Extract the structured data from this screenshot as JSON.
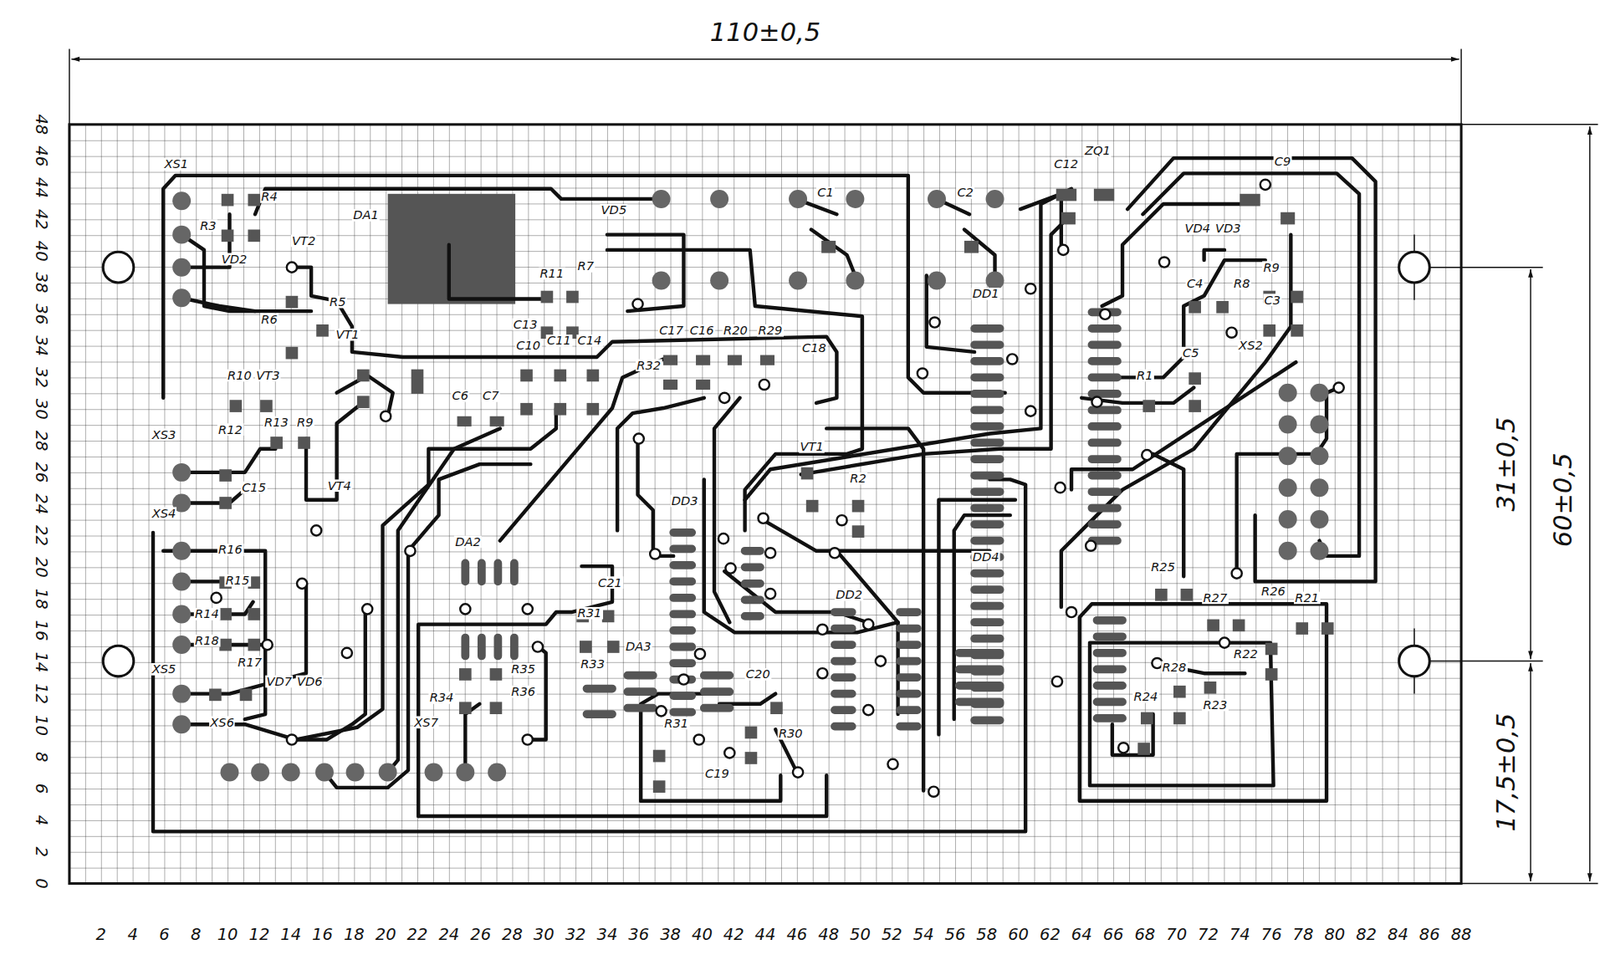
{
  "diagram": {
    "labels": [
      "110±0,5",
      "31±0,5",
      "60±0,5",
      "17,5±0,5",
      "2",
      "4",
      "6",
      "8",
      "10",
      "12",
      "14",
      "16",
      "18",
      "20",
      "22",
      "24",
      "26",
      "28",
      "30",
      "32",
      "34",
      "36",
      "38",
      "40",
      "42",
      "44",
      "46",
      "48",
      "50",
      "52",
      "54",
      "56",
      "58",
      "60",
      "62",
      "64",
      "66",
      "68",
      "70",
      "72",
      "74",
      "76",
      "78",
      "80",
      "82",
      "84",
      "86",
      "88",
      "0",
      "2",
      "4",
      "6",
      "8",
      "10",
      "12",
      "14",
      "16",
      "18",
      "20",
      "22",
      "24",
      "26",
      "28",
      "30",
      "32",
      "34",
      "36",
      "38",
      "40",
      "42",
      "44",
      "46",
      "48",
      "XS1",
      "R3",
      "R4",
      "VD2",
      "VT2",
      "DA1",
      "VD5",
      "C1",
      "C2",
      "C12",
      "ZQ1",
      "C9",
      "R11",
      "R7",
      "R6",
      "R5",
      "VT1",
      "C13",
      "C10",
      "C11",
      "C14",
      "C17",
      "C16",
      "R20",
      "R29",
      "C18",
      "R32",
      "R10",
      "VT3",
      "R13",
      "R9",
      "R12",
      "XS3",
      "C15",
      "VT4",
      "C6",
      "C7",
      "VT1",
      "R2",
      "DD1",
      "VD4",
      "VD3",
      "R9",
      "R8",
      "C4",
      "C3",
      "XS2",
      "C5",
      "R1",
      "DD3",
      "DA2",
      "C21",
      "R31",
      "DA3",
      "R33",
      "R35",
      "R36",
      "R34",
      "XS4",
      "R16",
      "R15",
      "R14",
      "R18",
      "R17",
      "XS5",
      "VD7",
      "VD6",
      "XS6",
      "XS7",
      "DD2",
      "C20",
      "R31",
      "C19",
      "R30",
      "DD4",
      "R25",
      "R27",
      "R26",
      "R21",
      "R28",
      "R22",
      "R24",
      "R23"
    ]
  }
}
